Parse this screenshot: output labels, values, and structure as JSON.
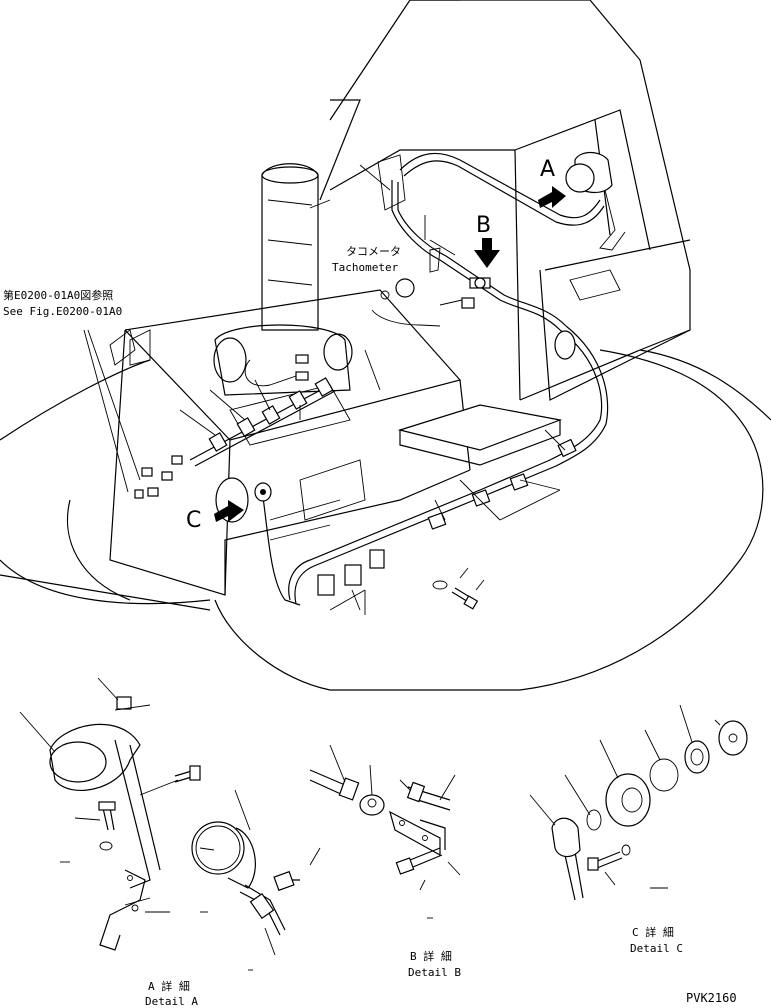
{
  "labels": {
    "see_fig_jp": "第E0200-01A0図参照",
    "see_fig_en": "See Fig.E0200-01A0",
    "tachometer_jp": "タコメータ",
    "tachometer_en": "Tachometer",
    "callout_a": "A",
    "callout_b": "B",
    "callout_c": "C",
    "detail_a_jp": "A 詳 細",
    "detail_a_en": "Detail A",
    "detail_b_jp": "B 詳 細",
    "detail_b_en": "Detail B",
    "detail_c_jp": "C 詳 細",
    "detail_c_en": "Detail C",
    "drawing_id": "PVK2160"
  }
}
